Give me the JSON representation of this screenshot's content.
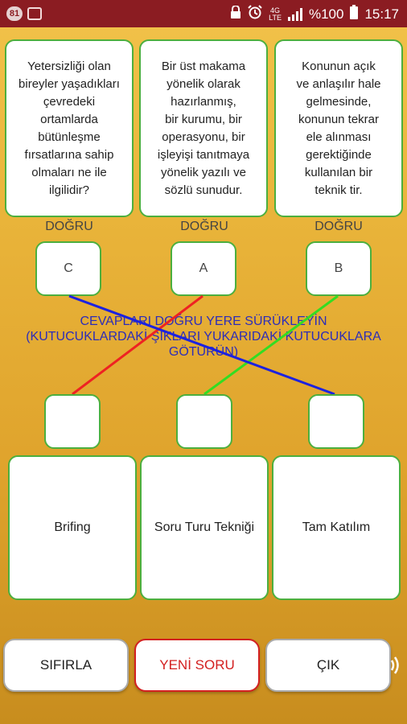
{
  "status_bar": {
    "notification_count": "81",
    "network": "4G",
    "network_sub": "LTE",
    "battery": "%100",
    "time": "15:17"
  },
  "questions": [
    {
      "text": "Yetersizliği olan\nbireyler yaşadıkları\nçevredeki\nortamlarda\nbütünleşme\nfırsatlarına sahip\nolmaları ne ile\nilgilidir?"
    },
    {
      "text": "Bir üst makama\nyönelik olarak\nhazırlanmış,\nbir kurumu, bir\noperasyonu, bir\nişleyişi tanıtmaya\nyönelik yazılı ve\nsözlü sunudur."
    },
    {
      "text": "Konunun açık\nve anlaşılır hale\ngelmesinde,\nkonunun tekrar\nele alınması\ngerektiğinde\nkullanılan bir\nteknik tir."
    }
  ],
  "results": [
    {
      "label": "DOĞRU",
      "letter": "C"
    },
    {
      "label": "DOĞRU",
      "letter": "A"
    },
    {
      "label": "DOĞRU",
      "letter": "B"
    }
  ],
  "instruction": "CEVAPLARI DOĞRU YERE SÜRÜKLEYİN\n(KUTUCUKLARDAKİ ŞIKLARI YUKARIDAKİ KUTUCUKLARA\nGÖTÜRÜN)",
  "terms": [
    {
      "label": "Brifing"
    },
    {
      "label": "Soru Turu Tekniği"
    },
    {
      "label": "Tam Katılım"
    }
  ],
  "connections": [
    {
      "from_result": 1,
      "to_slot": 0,
      "color": "#ee2222"
    },
    {
      "from_result": 2,
      "to_slot": 1,
      "color": "#33dd22"
    },
    {
      "from_result": 0,
      "to_slot": 2,
      "color": "#1c22e0"
    }
  ],
  "buttons": {
    "reset": "SIFIRLA",
    "new_question": "YENİ SORU",
    "exit": "ÇIK"
  },
  "colors": {
    "status_bar": "#8b1c22",
    "box_border": "#4caf3e",
    "instruction": "#2d2db8",
    "new_question": "#d32020"
  },
  "icons": {
    "sound": "speaker-icon",
    "alarm": "alarm-icon",
    "lock": "lock-icon"
  }
}
